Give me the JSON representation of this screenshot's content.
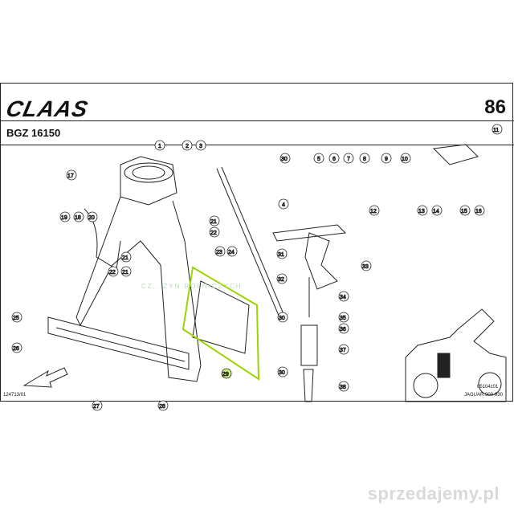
{
  "header": {
    "brand": "CLAAS",
    "code": "BGZ 16150",
    "page_number": "86"
  },
  "footer": {
    "drawing_id": "124713/01",
    "ref_code": "05104z01",
    "model": "JAGUAR 900-830"
  },
  "watermark": {
    "small_text": "CZ...ZYN ROLNICZYCH",
    "site": "sprzedajemy.pl"
  },
  "callouts": [
    "1",
    "2",
    "3",
    "4",
    "5",
    "6",
    "7",
    "8",
    "9",
    "10",
    "11",
    "12",
    "13",
    "14",
    "15",
    "16",
    "17",
    "18",
    "19",
    "20",
    "21",
    "21",
    "21",
    "22",
    "22",
    "23",
    "24",
    "25",
    "26",
    "27",
    "28",
    "29",
    "30",
    "30",
    "30",
    "31",
    "32",
    "33",
    "34",
    "35",
    "36",
    "37",
    "38"
  ],
  "colors": {
    "highlight": "#9bd400",
    "ink": "#111111",
    "site_text": "#d9d9d9"
  }
}
